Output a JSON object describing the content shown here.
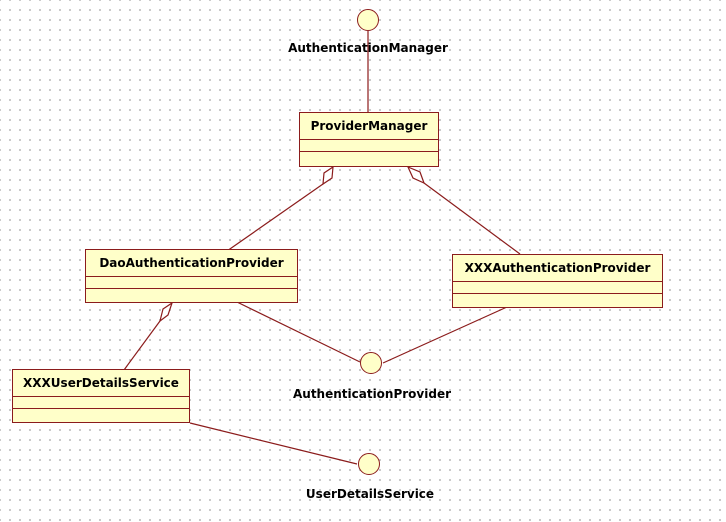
{
  "diagram": {
    "colors": {
      "line": "#8b1c1c",
      "fill": "#ffffc9",
      "text": "#000000",
      "grid_dot": "#b9b9b9"
    },
    "classes": {
      "provider_manager": "ProviderManager",
      "dao_auth_provider": "DaoAuthenticationProvider",
      "xxx_auth_provider": "XXXAuthenticationProvider",
      "xxx_user_details_service": "XXXUserDetailsService"
    },
    "interfaces": {
      "authentication_manager": "AuthenticationManager",
      "authentication_provider": "AuthenticationProvider",
      "user_details_service": "UserDetailsService"
    },
    "relationships": [
      {
        "from": "ProviderManager",
        "to": "AuthenticationManager",
        "type": "realization"
      },
      {
        "from": "ProviderManager",
        "to": "DaoAuthenticationProvider",
        "type": "aggregation"
      },
      {
        "from": "ProviderManager",
        "to": "XXXAuthenticationProvider",
        "type": "aggregation"
      },
      {
        "from": "DaoAuthenticationProvider",
        "to": "AuthenticationProvider",
        "type": "realization"
      },
      {
        "from": "XXXAuthenticationProvider",
        "to": "AuthenticationProvider",
        "type": "realization"
      },
      {
        "from": "DaoAuthenticationProvider",
        "to": "XXXUserDetailsService",
        "type": "aggregation"
      },
      {
        "from": "XXXUserDetailsService",
        "to": "UserDetailsService",
        "type": "realization"
      }
    ]
  }
}
